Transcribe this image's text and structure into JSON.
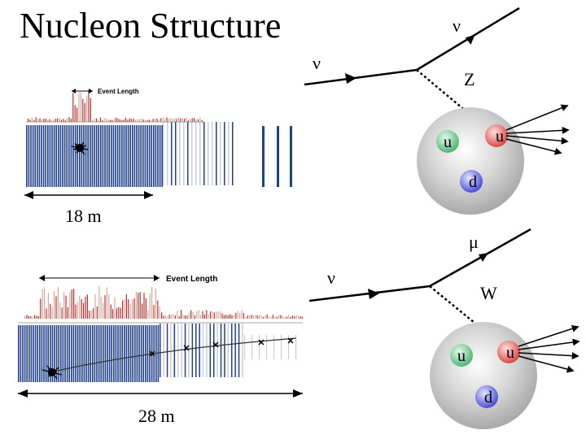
{
  "title": "Nucleon Structure",
  "colors": {
    "detector_blue": "#1f3f8f",
    "detector_grey": "#c8cfd8",
    "hit_red": "#c0302a",
    "nucleon_grey": "#c4c4c4",
    "quark_u_green": "#7fcf9a",
    "quark_u_red": "#e86a6a",
    "quark_d_blue": "#6f72e0"
  },
  "nc_event": {
    "event_length_label": "Event Length",
    "distance_label": "18 m"
  },
  "cc_event": {
    "event_length_label": "Event Length",
    "distance_label": "28 m"
  },
  "nc_diagram": {
    "incoming_label": "ν",
    "outgoing_label": "ν",
    "boson_label": "Z",
    "quarks": [
      {
        "label": "u",
        "color": "green"
      },
      {
        "label": "u",
        "color": "red"
      },
      {
        "label": "d",
        "color": "blue"
      }
    ]
  },
  "cc_diagram": {
    "incoming_label": "ν",
    "outgoing_label": "μ",
    "boson_label": "W",
    "quarks": [
      {
        "label": "u",
        "color": "green"
      },
      {
        "label": "u",
        "color": "red"
      },
      {
        "label": "d",
        "color": "blue"
      }
    ]
  }
}
